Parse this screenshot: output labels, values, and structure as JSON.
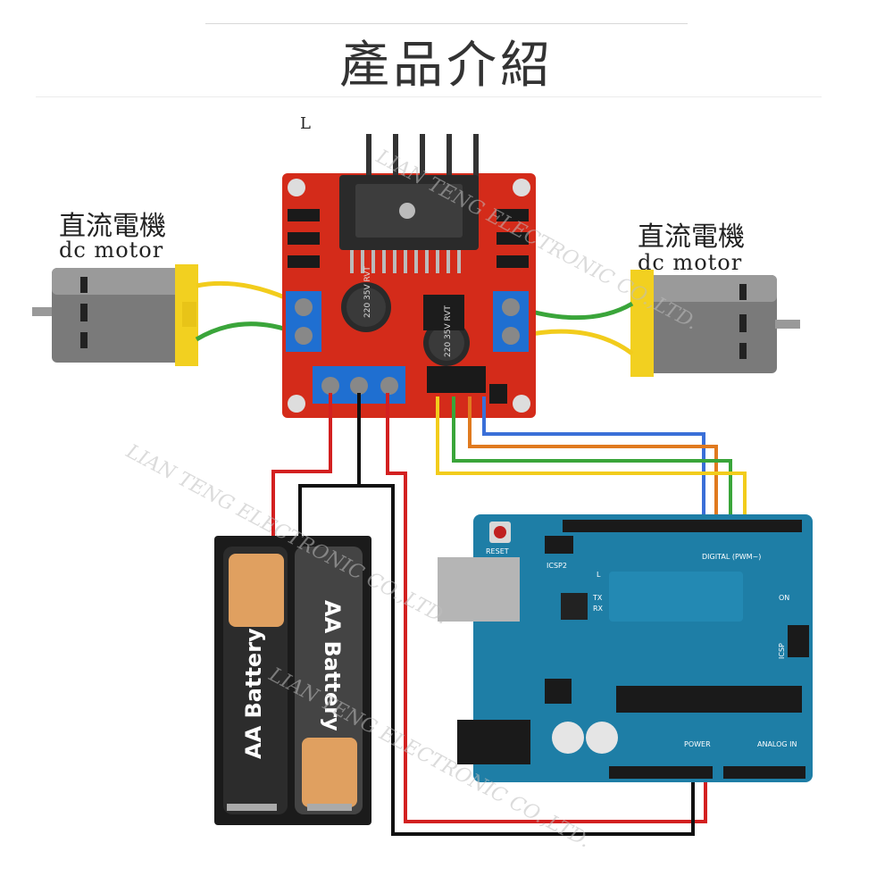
{
  "header": {
    "title": "產品介紹"
  },
  "motor_left": {
    "label_cn": "直流電機",
    "label_en": "dc motor"
  },
  "motor_right": {
    "label_cn": "直流電機",
    "label_en": "dc motor"
  },
  "driver_board": {
    "led_label": "L",
    "cap1": "220 35V RVT",
    "cap2": "220 35V RVT"
  },
  "battery_holder": {
    "cell1": "AA Battery",
    "cell2": "AA Battery"
  },
  "arduino": {
    "reset": "RESET",
    "icsp2": "ICSP2",
    "led_l": "L",
    "tx": "TX",
    "rx": "RX",
    "on": "ON",
    "icsp": "ICSP",
    "digital": "DIGITAL (PWM~)",
    "power": "POWER",
    "analog": "ANALOG IN"
  },
  "watermark": {
    "text": "LIAN TENG ELECTRONIC CO.,LTD."
  },
  "colors": {
    "board_red": "#d42b1a",
    "terminal_blue": "#1f6fd1",
    "arduino_blue": "#1e7ea6",
    "wire_red": "#d32020",
    "wire_black": "#111111",
    "wire_yellow": "#f2cc1c",
    "wire_green": "#3aa53a",
    "wire_orange": "#e07a1f",
    "wire_blue": "#3a6fd8",
    "battery_orange": "#e0a060"
  }
}
